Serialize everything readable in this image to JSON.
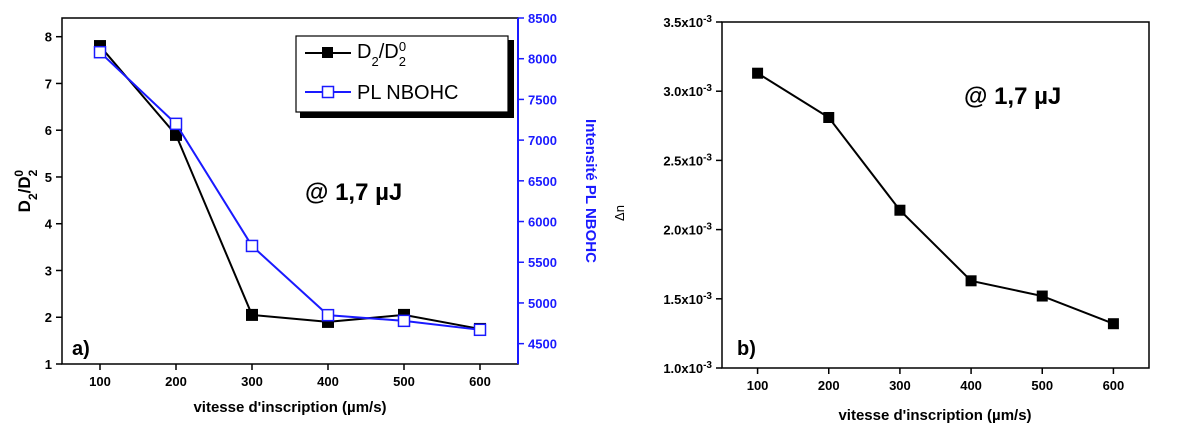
{
  "colors": {
    "series_black": "#000000",
    "series_blue": "#1a1aff",
    "axis": "#000000"
  },
  "chart_data": [
    {
      "type": "line",
      "panel_label": "a)",
      "annotation": "@ 1,7 µJ",
      "xlabel": "vitesse d'inscription (µm/s)",
      "ylabel_main": "D",
      "ylabel_sub1": "2",
      "ylabel_mid": "/D",
      "ylabel_sub2": "2",
      "ylabel_sup": "0",
      "y2label": "Intensité PL NBOHC",
      "xlim": [
        50,
        650
      ],
      "ylim": [
        1,
        8.4
      ],
      "y2lim": [
        4250,
        8500
      ],
      "xticks": [
        100,
        200,
        300,
        400,
        500,
        600
      ],
      "yticks": [
        1,
        2,
        3,
        4,
        5,
        6,
        7,
        8
      ],
      "y2ticks": [
        4500,
        5000,
        5500,
        6000,
        6500,
        7000,
        7500,
        8000,
        8500
      ],
      "grid": false,
      "legend_position": "top-right",
      "series": [
        {
          "name_main": "D",
          "name_sub1": "2",
          "name_mid": "/D",
          "name_sub2": "2",
          "name_sup": "0",
          "axis": "left",
          "marker": "filled-square",
          "color": "#000000",
          "x": [
            100,
            200,
            300,
            400,
            500,
            600
          ],
          "y": [
            7.8,
            5.9,
            2.05,
            1.9,
            2.05,
            1.75
          ]
        },
        {
          "name": "PL NBOHC",
          "axis": "right",
          "marker": "open-square",
          "color": "#1a1aff",
          "x": [
            100,
            200,
            300,
            400,
            500,
            600
          ],
          "y": [
            8080,
            7200,
            5700,
            4850,
            4780,
            4670
          ]
        }
      ]
    },
    {
      "type": "line",
      "panel_label": "b)",
      "annotation": "@ 1,7 µJ",
      "xlabel": "vitesse d'inscription (µm/s)",
      "ylabel": "Δn",
      "xlim": [
        50,
        650
      ],
      "ylim": [
        0.001,
        0.0035
      ],
      "xticks": [
        100,
        200,
        300,
        400,
        500,
        600
      ],
      "yticks": [
        {
          "value": 0.001,
          "mant": "1.0x10",
          "exp": "-3"
        },
        {
          "value": 0.0015,
          "mant": "1.5x10",
          "exp": "-3"
        },
        {
          "value": 0.002,
          "mant": "2.0x10",
          "exp": "-3"
        },
        {
          "value": 0.0025,
          "mant": "2.5x10",
          "exp": "-3"
        },
        {
          "value": 0.003,
          "mant": "3.0x10",
          "exp": "-3"
        },
        {
          "value": 0.0035,
          "mant": "3.5x10",
          "exp": "-3"
        }
      ],
      "grid": false,
      "series": [
        {
          "marker": "filled-square",
          "color": "#000000",
          "x": [
            100,
            200,
            300,
            400,
            500,
            600
          ],
          "y": [
            0.00313,
            0.00281,
            0.00214,
            0.00163,
            0.00152,
            0.00132
          ]
        }
      ]
    }
  ]
}
